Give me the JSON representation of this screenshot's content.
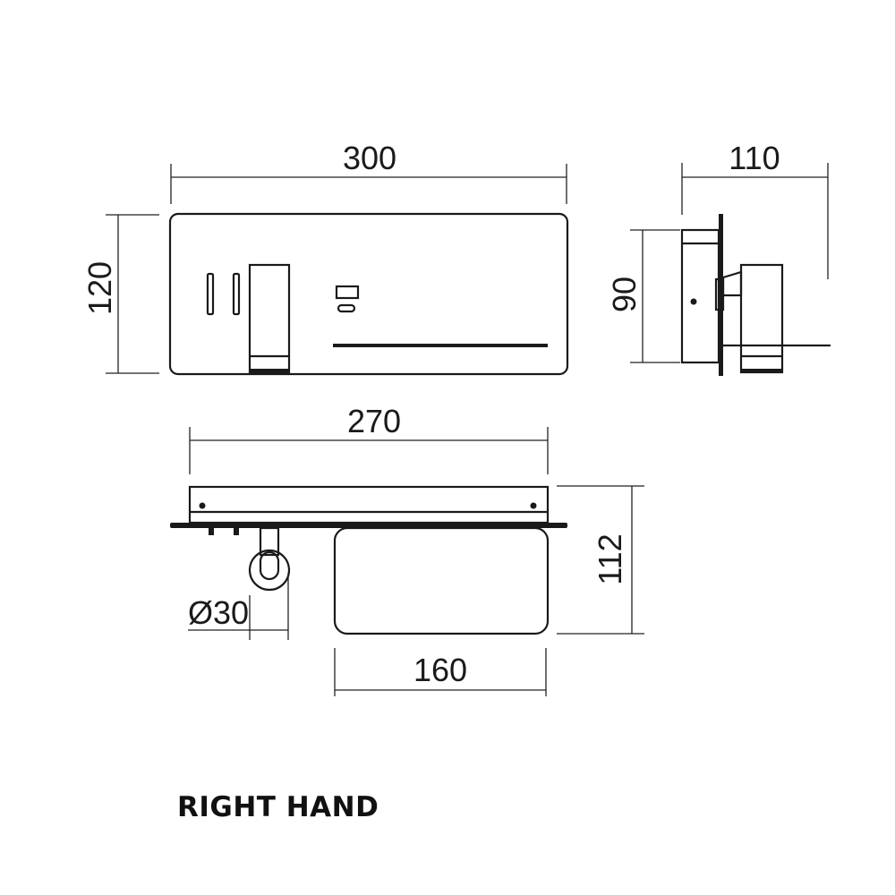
{
  "dimensions": {
    "front_width": "300",
    "front_height": "120",
    "side_depth": "110",
    "side_height": "90",
    "top_width": "270",
    "top_depth": "112",
    "lamp_diameter": "Ø30",
    "shelf_width": "160"
  },
  "caption": "RIGHT HAND",
  "colors": {
    "line": "#1a1a1a",
    "background": "#ffffff"
  }
}
